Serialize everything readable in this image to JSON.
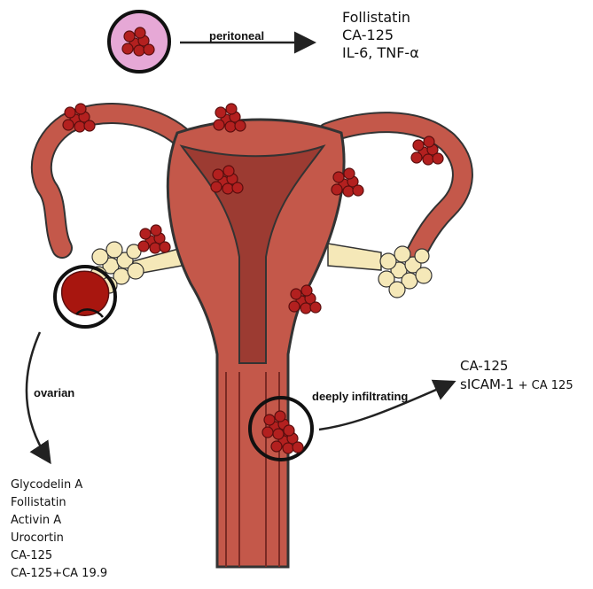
{
  "labels": {
    "peritoneal": "peritoneal",
    "ovarian": "ovarian",
    "deep": "deeply infiltrating"
  },
  "peritoneal_markers": [
    "Follistatin",
    "CA-125",
    "IL-6, TNF-α"
  ],
  "deep_markers": {
    "line1": "CA-125",
    "line2_main": "sICAM-1",
    "line2_extra": "+ CA 125"
  },
  "ovarian_markers": [
    "Glycodelin A",
    "Follistatin",
    "Activin A",
    "Urocortin",
    "CA-125",
    "CA-125+CA 19.9"
  ],
  "colors": {
    "uterus": "#c4584a",
    "uterus_dark": "#9c3b32",
    "lesion": "#b3201f",
    "ovary": "#f5e8b8",
    "peritoneal_circle": "#e6a8d6"
  }
}
